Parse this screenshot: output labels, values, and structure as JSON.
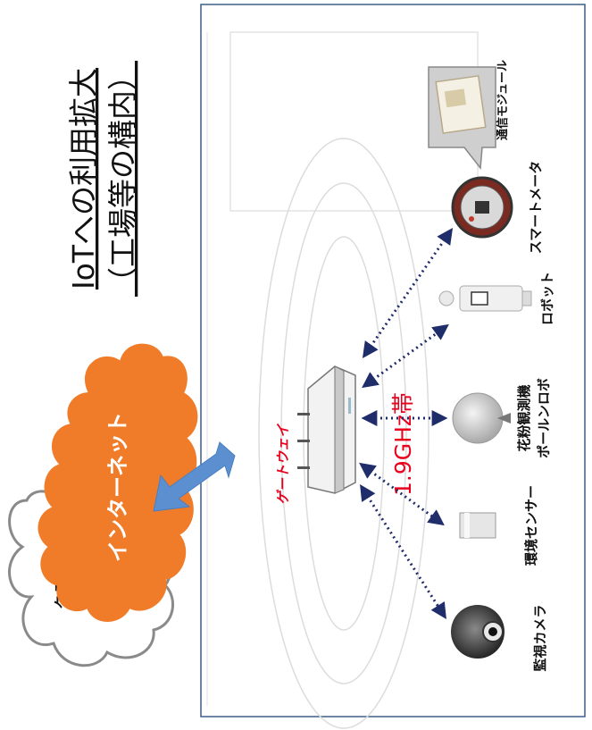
{
  "title": {
    "line1": "IoTへの利用拡大",
    "line2": "（工場等の構内）"
  },
  "cloud_label": "クラウド",
  "internet_label": "インターネット",
  "gateway_label": "ゲートウェイ",
  "band_label": "1.9GHz帯",
  "devices": {
    "camera": "監視カメラ",
    "env_sensor": "環境センサー",
    "pollen_line1": "花粉観測機",
    "pollen_line2": "ポールンロボ",
    "robot": "ロボット",
    "smart_meter": "スマートメータ",
    "comm_module": "通信モジュール"
  },
  "colors": {
    "internet_fill": "#f07c2a",
    "arrow_blue": "#5b8fd0",
    "link_dotted": "#1f2d6b",
    "accent_red": "#e8001c",
    "frame_border": "#3e5f86"
  }
}
